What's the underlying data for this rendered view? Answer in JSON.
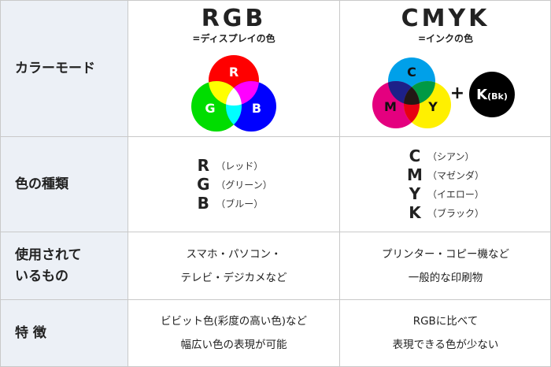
{
  "rows": {
    "mode": "カラーモード",
    "types": "色の種類",
    "usage_line1": "使用されて",
    "usage_line2": "いるもの",
    "feature": "特 徴"
  },
  "rgb": {
    "title": "RGB",
    "subtitle": "=ディスプレイの色",
    "circle_labels": [
      "R",
      "G",
      "B"
    ],
    "types": [
      {
        "letter": "R",
        "name": "（レッド）"
      },
      {
        "letter": "G",
        "name": "（グリーン）"
      },
      {
        "letter": "B",
        "name": "（ブルー）"
      }
    ],
    "usage": [
      "スマホ・パソコン・",
      "テレビ・デジカメなど"
    ],
    "feature": [
      "ビビット色(彩度の高い色)など",
      "幅広い色の表現が可能"
    ],
    "colors": {
      "R": "#ff0000",
      "G": "#00dd00",
      "B": "#0000ff"
    }
  },
  "cmyk": {
    "title": "CMYK",
    "subtitle": "=インクの色",
    "circle_labels": [
      "C",
      "M",
      "Y"
    ],
    "plus": "+",
    "k_label": "K",
    "k_suffix": "(Bk)",
    "types": [
      {
        "letter": "C",
        "name": "（シアン）"
      },
      {
        "letter": "M",
        "name": "（マゼンダ）"
      },
      {
        "letter": "Y",
        "name": "（イエロー）"
      },
      {
        "letter": "K",
        "name": "（ブラック）"
      }
    ],
    "usage": [
      "プリンター・コピー機など",
      "一般的な印刷物"
    ],
    "feature": [
      "RGBに比べて",
      "表現できる色が少ない"
    ],
    "colors": {
      "C": "#00a0e9",
      "M": "#e4007f",
      "Y": "#fff000",
      "K": "#000000"
    }
  }
}
